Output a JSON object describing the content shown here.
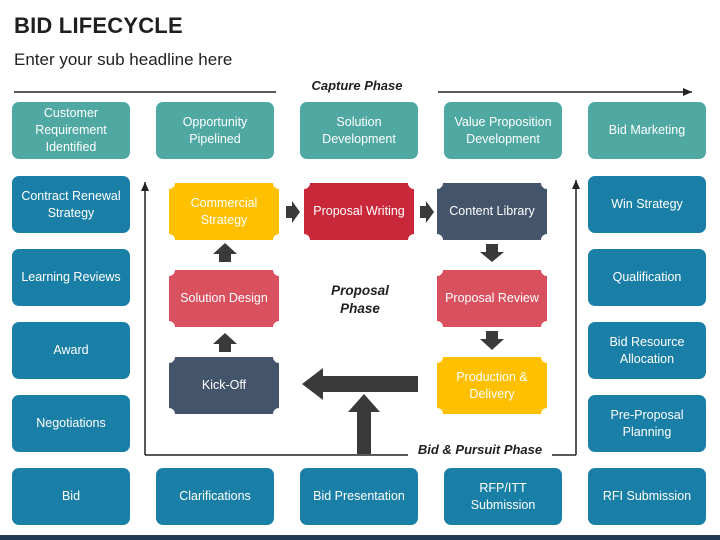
{
  "title": "BID LIFECYCLE",
  "subtitle": "Enter your sub headline here",
  "phases": {
    "capture": "Capture Phase",
    "proposal": "Proposal Phase",
    "pursuit": "Bid & Pursuit Phase"
  },
  "top_row": [
    "Customer Requirement Identified",
    "Opportunity Pipelined",
    "Solution Development",
    "Value Proposition Development",
    "Bid Marketing"
  ],
  "left_column": [
    "Contract Renewal Strategy",
    "Learning Reviews",
    "Award",
    "Negotiations"
  ],
  "right_column": [
    "Win Strategy",
    "Qualification",
    "Bid Resource Allocation",
    "Pre-Proposal Planning"
  ],
  "bottom_row": [
    "Bid",
    "Clarifications",
    "Bid Presentation",
    "RFP/ITT Submission",
    "RFI Submission"
  ],
  "proposal_steps": {
    "commercial_strategy": "Commercial Strategy",
    "proposal_writing": "Proposal Writing",
    "content_library": "Content Library",
    "solution_design": "Solution Design",
    "proposal_review": "Proposal Review",
    "kick_off": "Kick-Off",
    "production_delivery": "Production & Delivery"
  },
  "colors": {
    "teal": "#4fa8a2",
    "blue": "#1a7fa6",
    "yellow": "#ffc000",
    "red": "#c9283a",
    "slate": "#44546a",
    "pink": "#d9505f",
    "arrow": "#3a3a3a"
  }
}
